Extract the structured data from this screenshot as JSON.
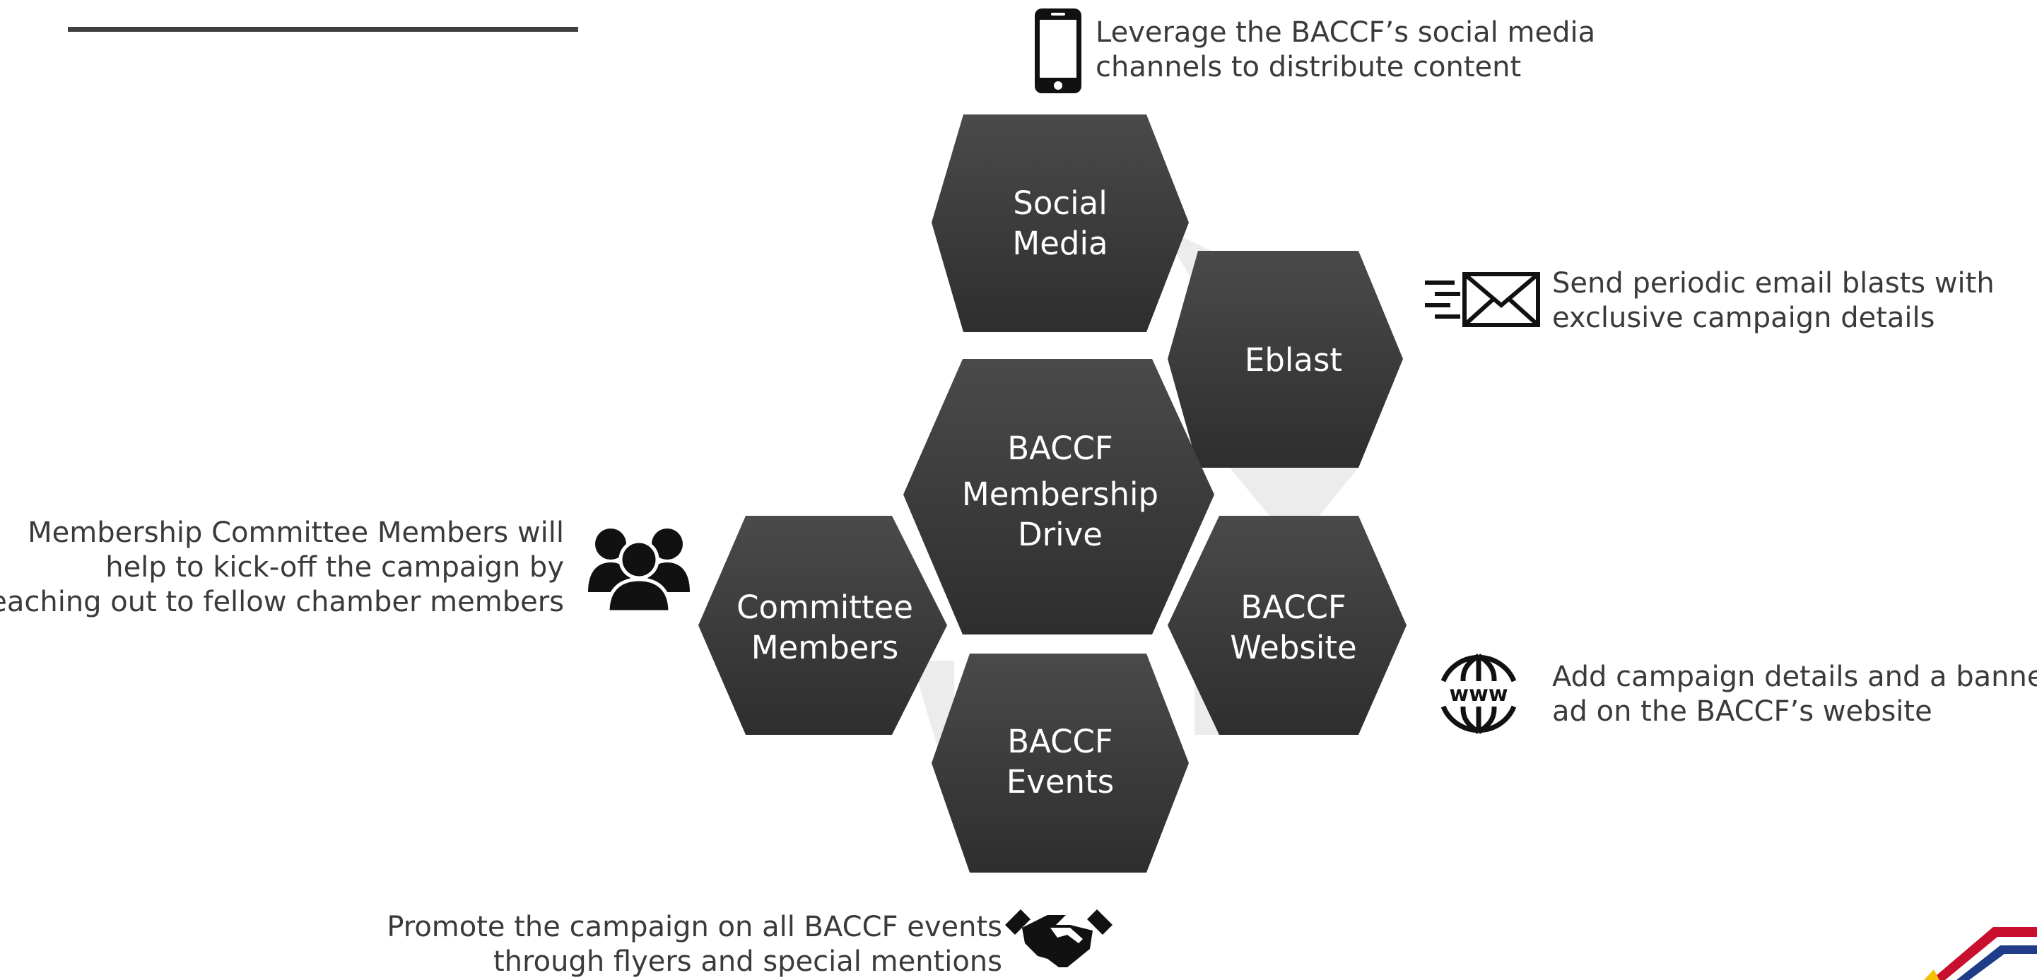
{
  "hexagons": [
    {
      "id": "social-media",
      "lines": [
        "Social",
        "Media"
      ]
    },
    {
      "id": "eblast",
      "lines": [
        "Eblast"
      ]
    },
    {
      "id": "membership-drive",
      "lines": [
        "BACCF",
        "Membership",
        "Drive"
      ]
    },
    {
      "id": "committee-members",
      "lines": [
        "Committee",
        "Members"
      ]
    },
    {
      "id": "baccf-website",
      "lines": [
        "BACCF",
        "Website"
      ]
    },
    {
      "id": "baccf-events",
      "lines": [
        "BACCF",
        "Events"
      ]
    }
  ],
  "descriptions": {
    "social_media": {
      "line1": "Leverage the BACCF’s social media",
      "line2": "channels to distribute content"
    },
    "eblast": {
      "line1": "Send periodic email blasts with",
      "line2": "exclusive campaign details"
    },
    "committee": {
      "line1": "Membership Committee Members will",
      "line2": "help to kick-off the campaign by",
      "line3": "reaching out to fellow chamber members"
    },
    "website": {
      "line1": "Add campaign details and a banner",
      "line2": "ad on the BACCF’s website"
    },
    "events": {
      "line1": "Promote the campaign on all BACCF events",
      "line2": "through flyers and special mentions"
    }
  },
  "icons": {
    "social_media": "smartphone-icon",
    "eblast": "email-icon",
    "committee": "people-group-icon",
    "website": "www-globe-icon",
    "events": "handshake-icon"
  },
  "colors": {
    "hexagon_fill": "#3d3d3d",
    "connector": "#ececec",
    "text": "#3a3a3a",
    "rule": "#404040"
  }
}
